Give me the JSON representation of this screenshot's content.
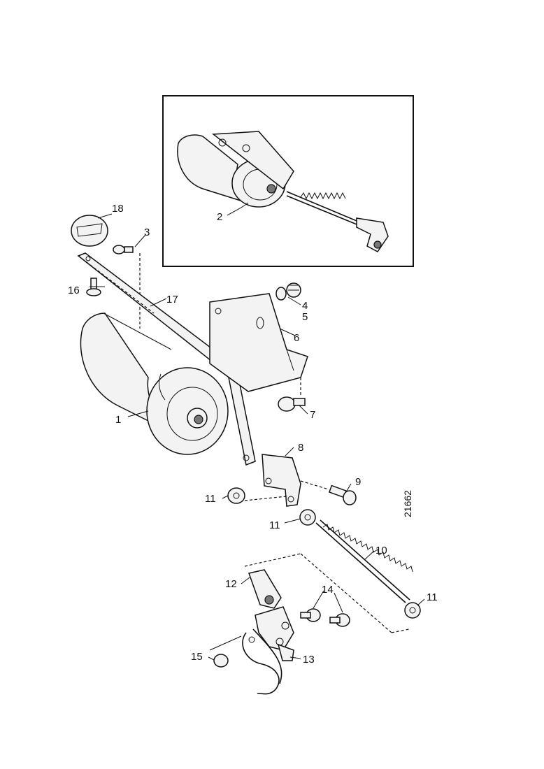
{
  "drawing_code": "21662",
  "callouts": [
    {
      "id": "c1",
      "text": "1"
    },
    {
      "id": "c2",
      "text": "2"
    },
    {
      "id": "c3",
      "text": "3"
    },
    {
      "id": "c4",
      "text": "4"
    },
    {
      "id": "c5",
      "text": "5"
    },
    {
      "id": "c6",
      "text": "6"
    },
    {
      "id": "c7",
      "text": "7"
    },
    {
      "id": "c8",
      "text": "8"
    },
    {
      "id": "c9",
      "text": "9"
    },
    {
      "id": "c10",
      "text": "10"
    },
    {
      "id": "c11a",
      "text": "11"
    },
    {
      "id": "c11b",
      "text": "11"
    },
    {
      "id": "c11c",
      "text": "11"
    },
    {
      "id": "c12",
      "text": "12"
    },
    {
      "id": "c13",
      "text": "13"
    },
    {
      "id": "c14",
      "text": "14"
    },
    {
      "id": "c15",
      "text": "15"
    },
    {
      "id": "c16",
      "text": "16"
    },
    {
      "id": "c17",
      "text": "17"
    },
    {
      "id": "c18",
      "text": "18"
    }
  ]
}
